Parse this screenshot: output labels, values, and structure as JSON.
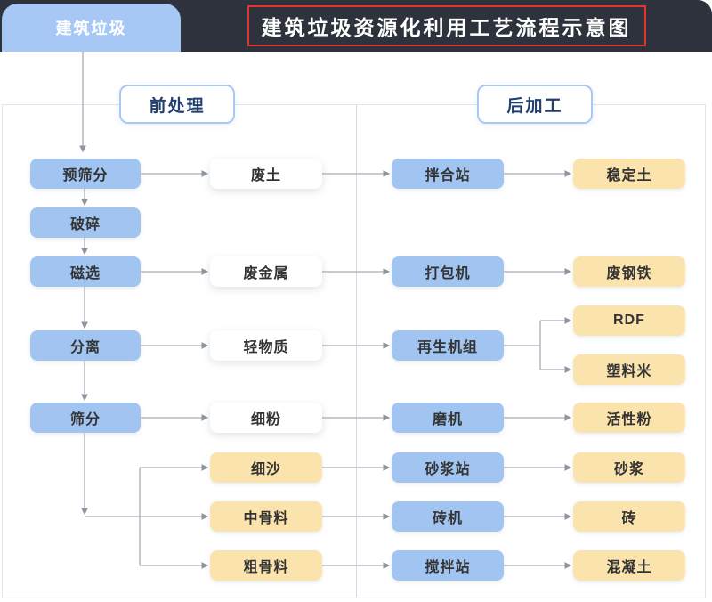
{
  "header": {
    "tab_label": "建筑垃圾",
    "title": "建筑垃圾资源化利用工艺流程示意图"
  },
  "sections": {
    "pre_processing": "前处理",
    "post_processing": "后加工"
  },
  "nodes": {
    "pre_screening": "预筛分",
    "crushing": "破碎",
    "magnetic_separation": "磁选",
    "separation": "分离",
    "screening": "筛分",
    "waste_soil": "废土",
    "waste_metal": "废金属",
    "light_material": "轻物质",
    "fine_powder": "细粉",
    "fine_sand": "细沙",
    "medium_aggregate": "中骨料",
    "coarse_aggregate": "粗骨料",
    "mixing_plant": "拌合站",
    "baler": "打包机",
    "regeneration_unit": "再生机组",
    "mill": "磨机",
    "mortar_plant": "砂浆站",
    "brick_machine": "砖机",
    "stirring_plant": "搅拌站",
    "stabilized_soil": "稳定土",
    "scrap_steel": "废钢铁",
    "rdf": "RDF",
    "plastic_pellets": "塑料米",
    "active_powder": "活性粉",
    "mortar": "砂浆",
    "brick": "砖",
    "concrete": "混凝土"
  },
  "colors": {
    "header_bg": "#2d323c",
    "tab_blue": "#a7c8f4",
    "node_blue": "#a2c4f0",
    "node_yellow": "#fbe3ad",
    "node_white": "#ffffff",
    "title_highlight_red": "#e8322e",
    "section_border_blue": "#a9c8f2",
    "section_text_navy": "#21406e",
    "connector_gray": "#a7acb5"
  }
}
